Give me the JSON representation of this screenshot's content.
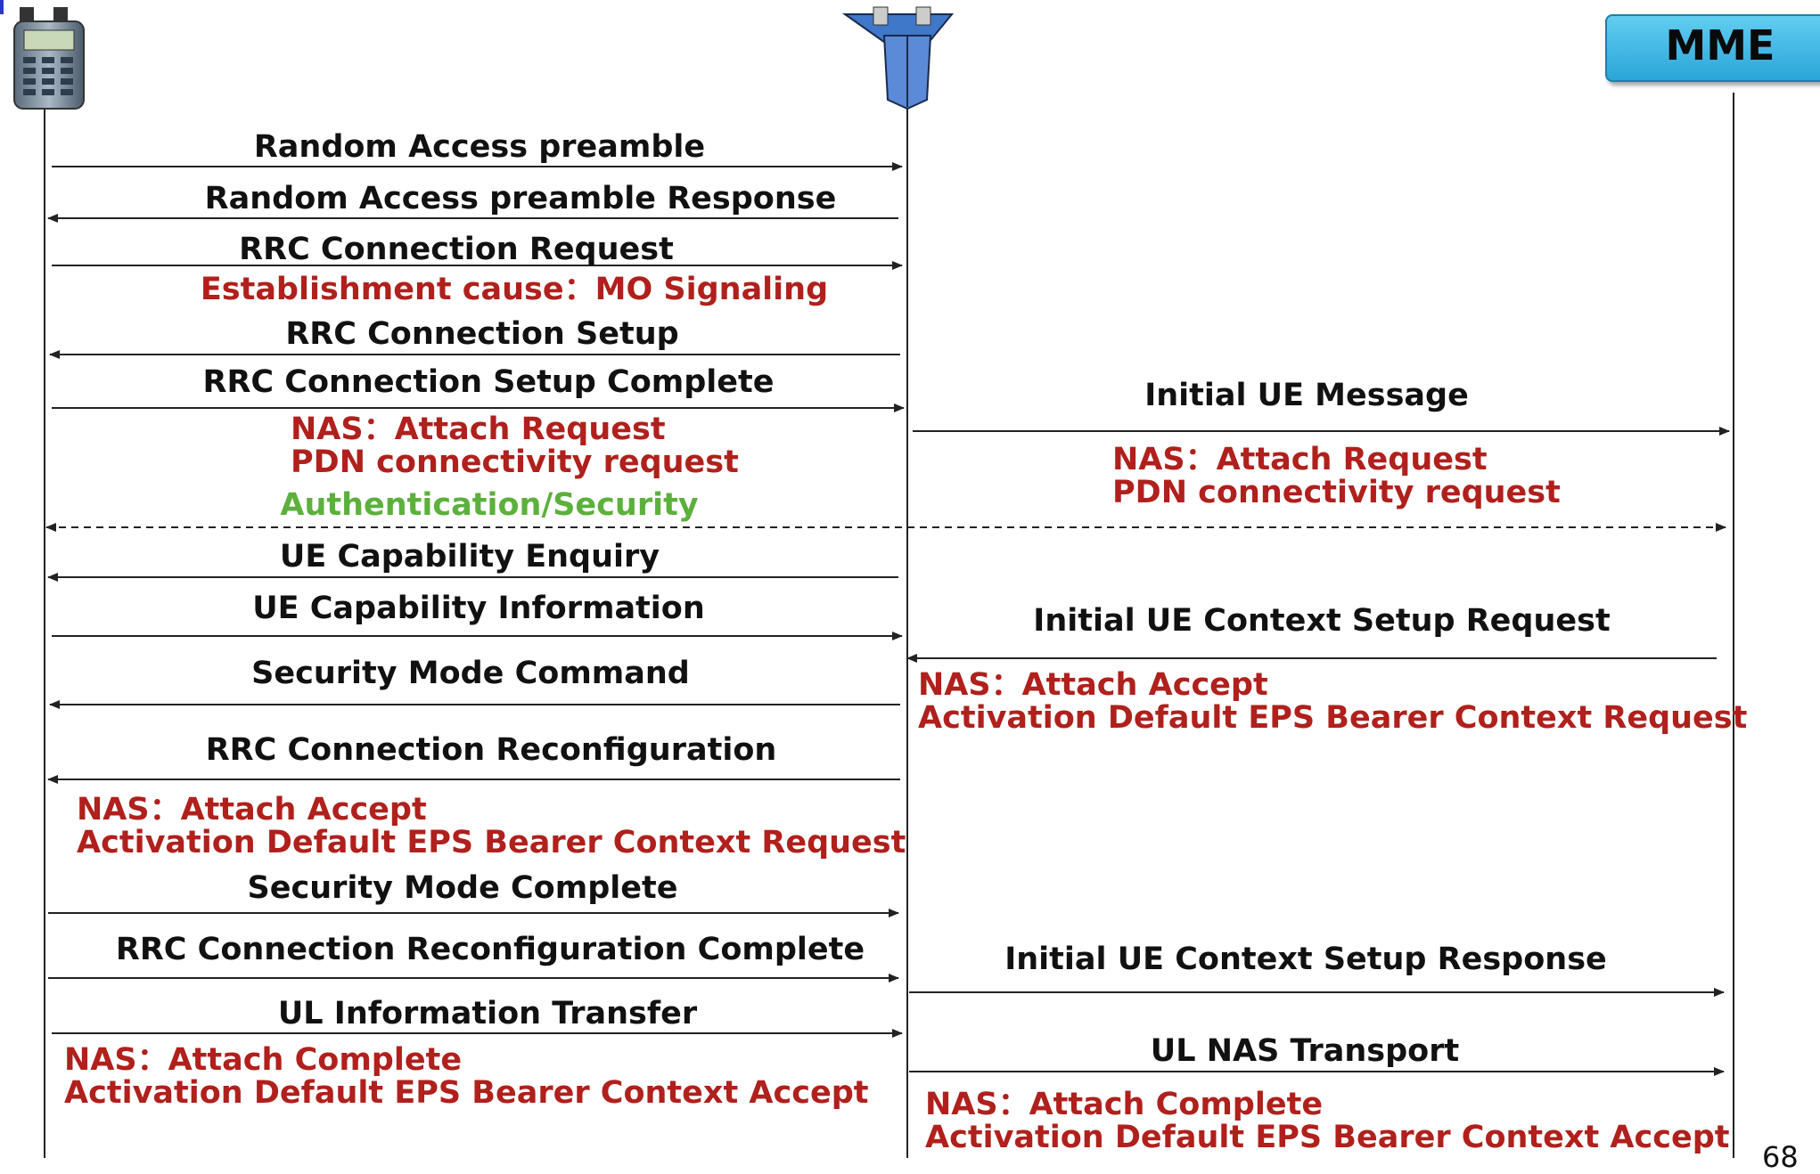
{
  "entities": {
    "mme": "MME"
  },
  "page_number": "68",
  "colors": {
    "black_text": "#111111",
    "red_text": "#b0201c",
    "green_text": "#5cb03c",
    "mme_box": "#3cb4e2"
  },
  "icons": {
    "ue": "mobile-phone-icon",
    "enb": "antenna-tower-icon"
  },
  "ue_enb_messages": {
    "ra_preamble": "Random Access preamble",
    "ra_response": "Random Access preamble Response",
    "rrc_conn_request": "RRC Connection Request",
    "establishment_cause": "Establishment cause：MO Signaling",
    "rrc_conn_setup": "RRC Connection Setup",
    "rrc_conn_setup_complete": "RRC Connection Setup Complete",
    "nas_attach_request": "NAS：Attach Request",
    "pdn_connectivity_request": "PDN connectivity request",
    "authentication_security": "Authentication/Security",
    "ue_capability_enquiry": "UE Capability Enquiry",
    "ue_capability_information": "UE Capability Information",
    "security_mode_command": "Security Mode Command",
    "rrc_conn_reconfiguration": "RRC Connection Reconfiguration",
    "nas_attach_accept": "NAS：Attach Accept",
    "activation_default_eps_request": "Activation Default EPS Bearer Context Request",
    "security_mode_complete": "Security Mode Complete",
    "rrc_conn_reconfig_complete": "RRC Connection Reconfiguration Complete",
    "ul_information_transfer": "UL Information Transfer",
    "nas_attach_complete": "NAS：Attach Complete",
    "activation_default_eps_accept": "Activation Default EPS Bearer Context  Accept"
  },
  "enb_mme_messages": {
    "initial_ue_message": "Initial UE Message",
    "nas_attach_request": "NAS：Attach Request",
    "pdn_connectivity_request": "PDN connectivity request",
    "initial_ctx_setup_request": "Initial UE Context Setup Request",
    "nas_attach_accept": "NAS：Attach Accept",
    "activation_default_eps_request": "Activation Default EPS Bearer Context Request",
    "initial_ctx_setup_response": "Initial UE Context Setup Response",
    "ul_nas_transport": "UL NAS Transport",
    "nas_attach_complete": "NAS：Attach Complete",
    "activation_default_eps_accept": "Activation Default EPS Bearer Context  Accept"
  }
}
